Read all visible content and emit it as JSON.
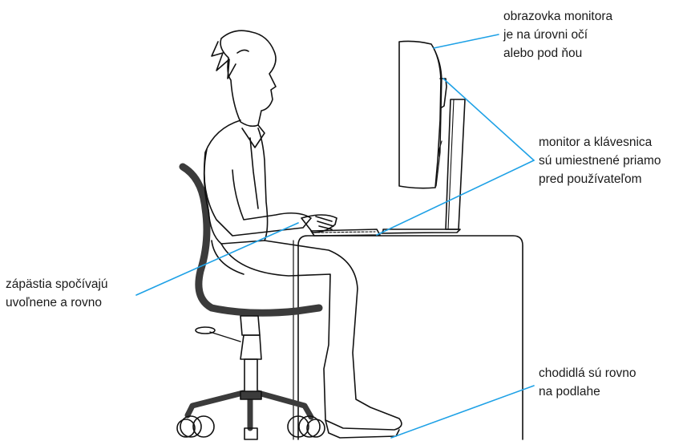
{
  "diagram": {
    "callout_color": "#1ea1e6",
    "line_color": "#111111",
    "chair_color": "#3b3b3b"
  },
  "labels": {
    "monitor_height": [
      "obrazovka monitora",
      "je na úrovni očí",
      "alebo pod ňou"
    ],
    "monitor_keyboard": [
      "monitor a klávesnica",
      "sú umiestnené priamo",
      "pred používateľom"
    ],
    "wrists": [
      "zápästia spočívajú",
      "uvoľnene a rovno"
    ],
    "feet": [
      "chodidlá sú rovno",
      "na podlahe"
    ]
  }
}
